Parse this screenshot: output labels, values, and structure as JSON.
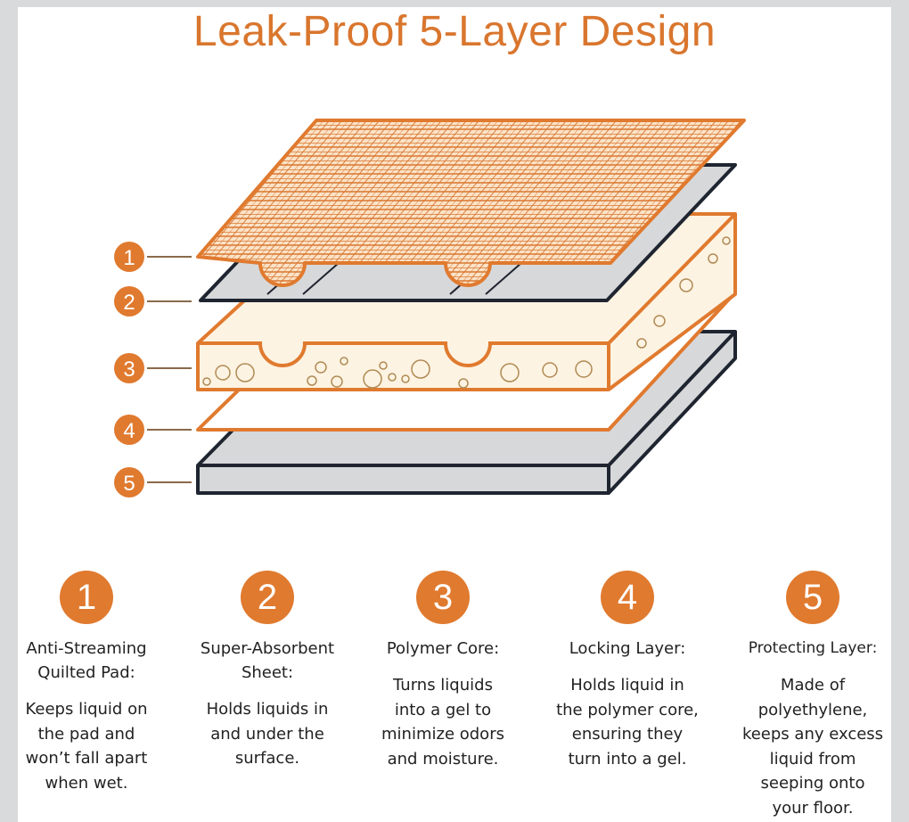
{
  "title": "Leak-Proof 5-Layer Design",
  "colors": {
    "accent": "#e07a2f",
    "gray_layer": "#d7d8da",
    "foam": "#fdf3e2",
    "outline": "#1f2530"
  },
  "diagram_labels": [
    "1",
    "2",
    "3",
    "4",
    "5"
  ],
  "layers": [
    {
      "number": "1",
      "heading": [
        "Anti-Streaming",
        "Quilted Pad:"
      ],
      "body": [
        "Keeps liquid on",
        "the pad and",
        "won’t fall apart",
        "when wet."
      ]
    },
    {
      "number": "2",
      "heading": [
        "Super-Absorbent",
        "Sheet:"
      ],
      "body": [
        "Holds liquids in",
        "and under the",
        "surface."
      ]
    },
    {
      "number": "3",
      "heading": [
        "Polymer Core:"
      ],
      "body": [
        "Turns liquids",
        "into a gel to",
        "minimize odors",
        "and moisture."
      ]
    },
    {
      "number": "4",
      "heading": [
        "Locking Layer:"
      ],
      "body": [
        "Holds liquid in",
        "the polymer core,",
        "ensuring they",
        "turn into a gel."
      ]
    },
    {
      "number": "5",
      "heading": [
        "Protecting Layer:"
      ],
      "body": [
        "Made of",
        "polyethylene,",
        "keeps any excess",
        "liquid from",
        "seeping onto",
        "your floor."
      ]
    }
  ]
}
